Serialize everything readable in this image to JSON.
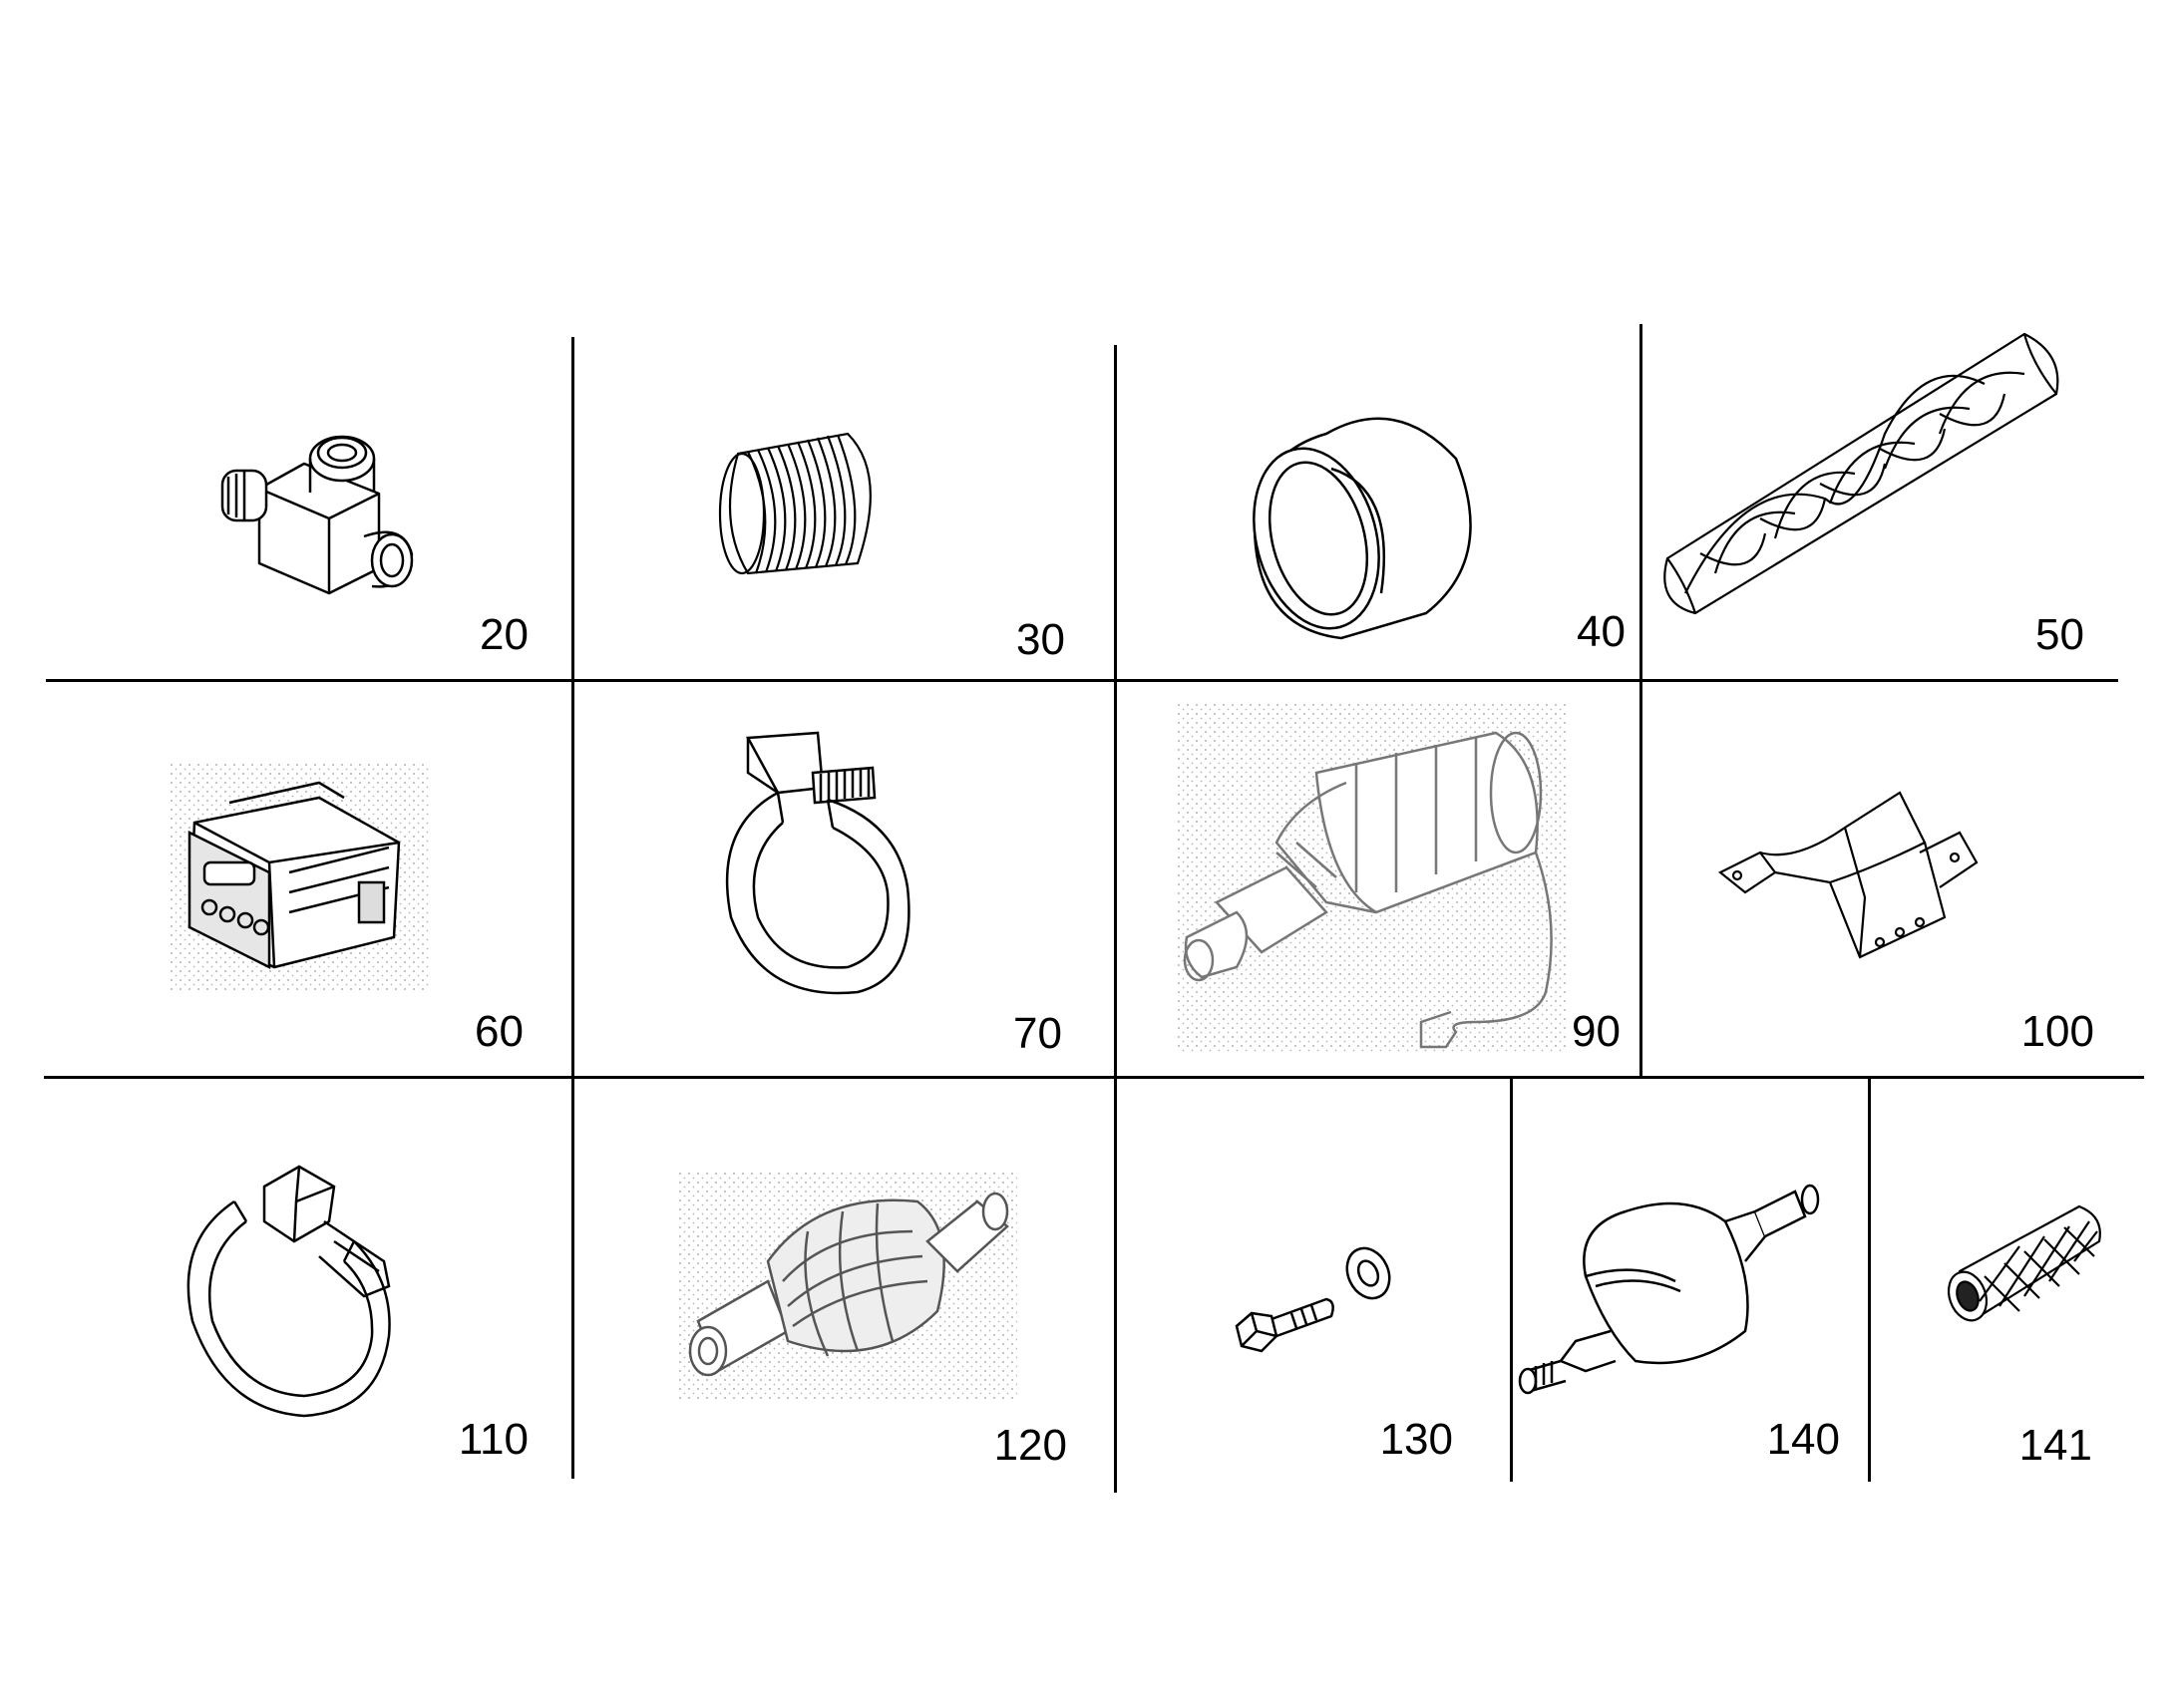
{
  "parts": [
    {
      "number": "20",
      "icon": "tee-fitting-icon"
    },
    {
      "number": "30",
      "icon": "corrugated-hose-icon"
    },
    {
      "number": "40",
      "icon": "sleeve-ring-icon"
    },
    {
      "number": "50",
      "icon": "braided-tube-icon"
    },
    {
      "number": "60",
      "icon": "control-unit-icon"
    },
    {
      "number": "70",
      "icon": "pipe-clamp-icon"
    },
    {
      "number": "90",
      "icon": "pump-icon"
    },
    {
      "number": "100",
      "icon": "mounting-bracket-icon"
    },
    {
      "number": "110",
      "icon": "hose-clamp-icon"
    },
    {
      "number": "120",
      "icon": "damper-fitting-icon"
    },
    {
      "number": "130",
      "icon": "bolt-washer-icon"
    },
    {
      "number": "140",
      "icon": "fuel-filter-icon"
    },
    {
      "number": "141",
      "icon": "filter-insert-icon"
    }
  ]
}
